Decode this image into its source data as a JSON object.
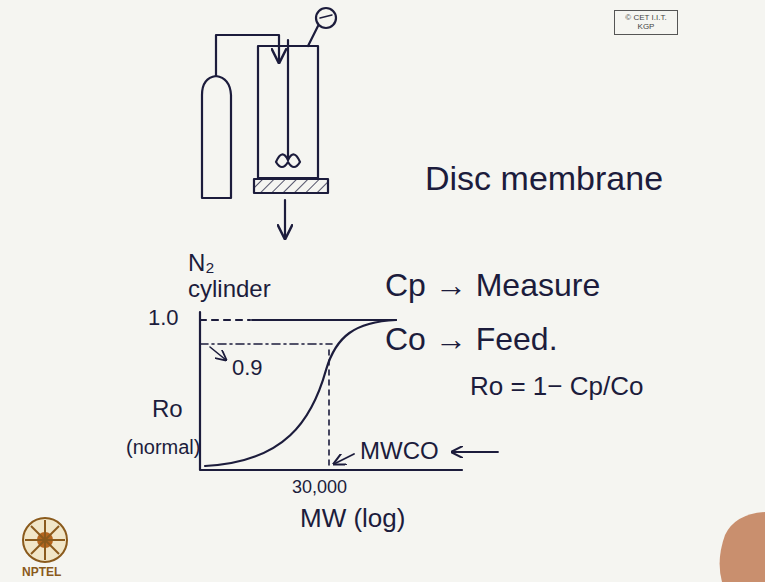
{
  "diagram": {
    "nodes": [
      {
        "text": [
          "© CET I.I.T. KGP"
        ]
      }
    ],
    "labels": [
      "Disc membrane",
      "Cp → Measure",
      "Co → Feed.",
      "Ro = 1− Cp/Co",
      "N₂ cylinder",
      "1.0",
      "0.9",
      "Ro",
      "(normal)",
      "MWCO",
      "30,000",
      "MW (log)",
      "NPTEL"
    ]
  }
}
